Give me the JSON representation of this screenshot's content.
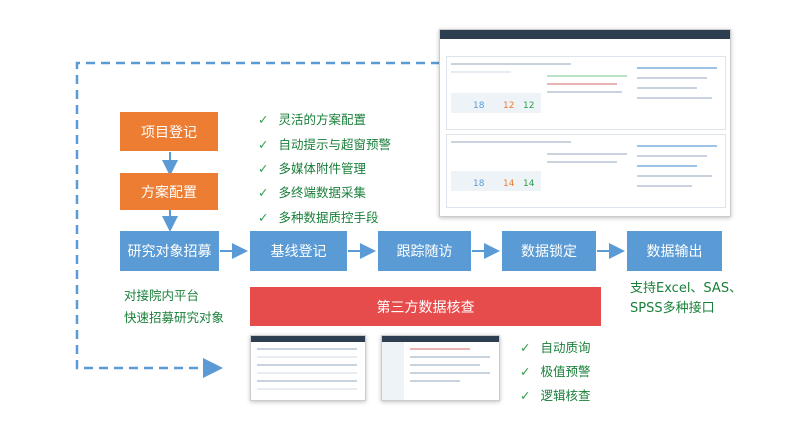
{
  "flow": {
    "project_register": "项目登记",
    "plan_config": "方案配置",
    "recruit": "研究对象招募",
    "baseline": "基线登记",
    "followup": "跟踪随访",
    "lock": "数据锁定",
    "export": "数据输出",
    "third_party": "第三方数据核查"
  },
  "features_top": [
    "灵活的方案配置",
    "自动提示与超窗预警",
    "多媒体附件管理",
    "多终端数据采集",
    "多种数据质控手段"
  ],
  "features_bottom": [
    "自动质询",
    "极值预警",
    "逻辑核查"
  ],
  "recruit_note": [
    "对接院内平台",
    "快速招募研究对象"
  ],
  "export_note": [
    "支持Excel、SAS、",
    "SPSS多种接口"
  ],
  "screenshot_numbers": {
    "panel1": [
      "18",
      "12",
      "12"
    ],
    "panel2": [
      "18",
      "14",
      "14"
    ]
  },
  "colors": {
    "orange": "#ec7d32",
    "blue": "#5b9bd5",
    "red": "#e74c4c",
    "green_text": "#1a7f3a",
    "dashed_line": "#5b9bd5"
  }
}
